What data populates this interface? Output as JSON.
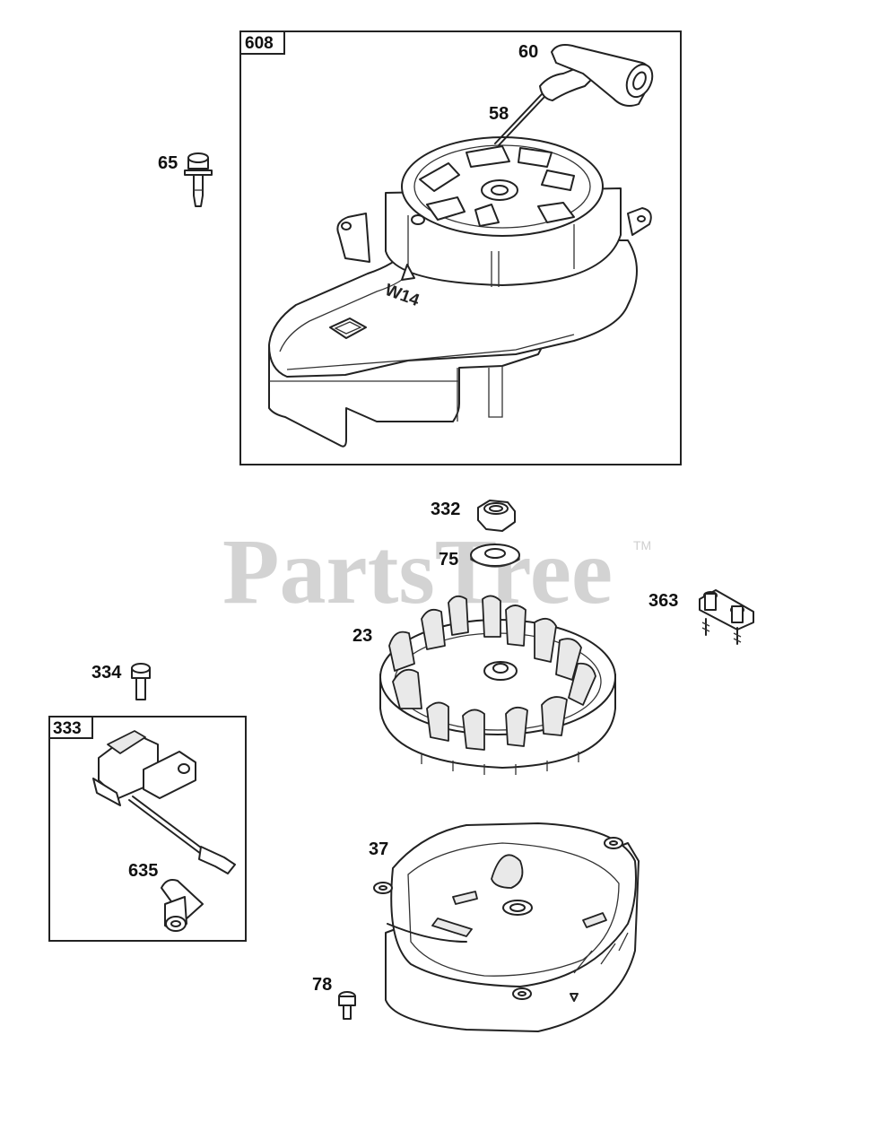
{
  "watermark": {
    "brand": "PartsTree",
    "trademark": "TM"
  },
  "assemblies": [
    {
      "id": "608",
      "label": "608"
    },
    {
      "id": "333",
      "label": "333"
    }
  ],
  "callouts": [
    {
      "id": "60",
      "label": "60"
    },
    {
      "id": "58",
      "label": "58"
    },
    {
      "id": "65",
      "label": "65"
    },
    {
      "id": "332",
      "label": "332"
    },
    {
      "id": "75",
      "label": "75"
    },
    {
      "id": "363",
      "label": "363"
    },
    {
      "id": "23",
      "label": "23"
    },
    {
      "id": "334",
      "label": "334"
    },
    {
      "id": "635",
      "label": "635"
    },
    {
      "id": "37",
      "label": "37"
    },
    {
      "id": "78",
      "label": "78"
    }
  ],
  "markings": {
    "housing_stamp": "W14"
  }
}
